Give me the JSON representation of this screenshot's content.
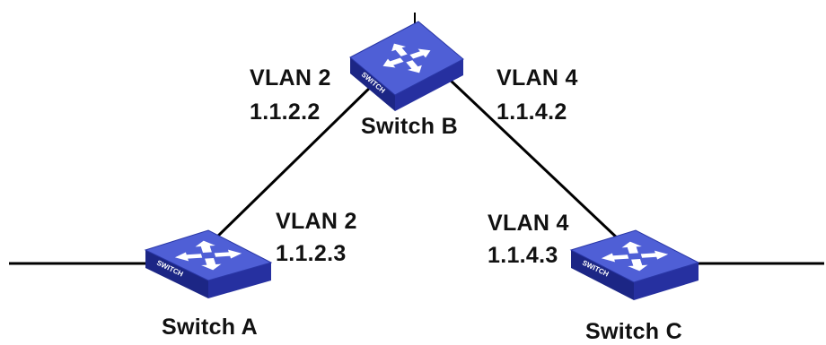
{
  "colors": {
    "link": "#000000",
    "switch_top": "#4f5fd6",
    "switch_top_edge": "#2a37a6",
    "switch_side": "#2630a0",
    "switch_front": "#1c2685",
    "arrow": "#ffffff"
  },
  "switches": {
    "a": {
      "name": "Switch A",
      "badge": "SWITCH",
      "icon": "network-switch-icon"
    },
    "b": {
      "name": "Switch B",
      "badge": "SWITCH",
      "icon": "network-switch-icon"
    },
    "c": {
      "name": "Switch C",
      "badge": "SWITCH",
      "icon": "network-switch-icon"
    }
  },
  "interfaces": {
    "b_to_a": {
      "vlan": "VLAN 2",
      "ip": "1.1.2.2"
    },
    "a_to_b": {
      "vlan": "VLAN 2",
      "ip": "1.1.2.3"
    },
    "b_to_c": {
      "vlan": "VLAN 4",
      "ip": "1.1.4.2"
    },
    "c_to_b": {
      "vlan": "VLAN 4",
      "ip": "1.1.4.3"
    }
  }
}
